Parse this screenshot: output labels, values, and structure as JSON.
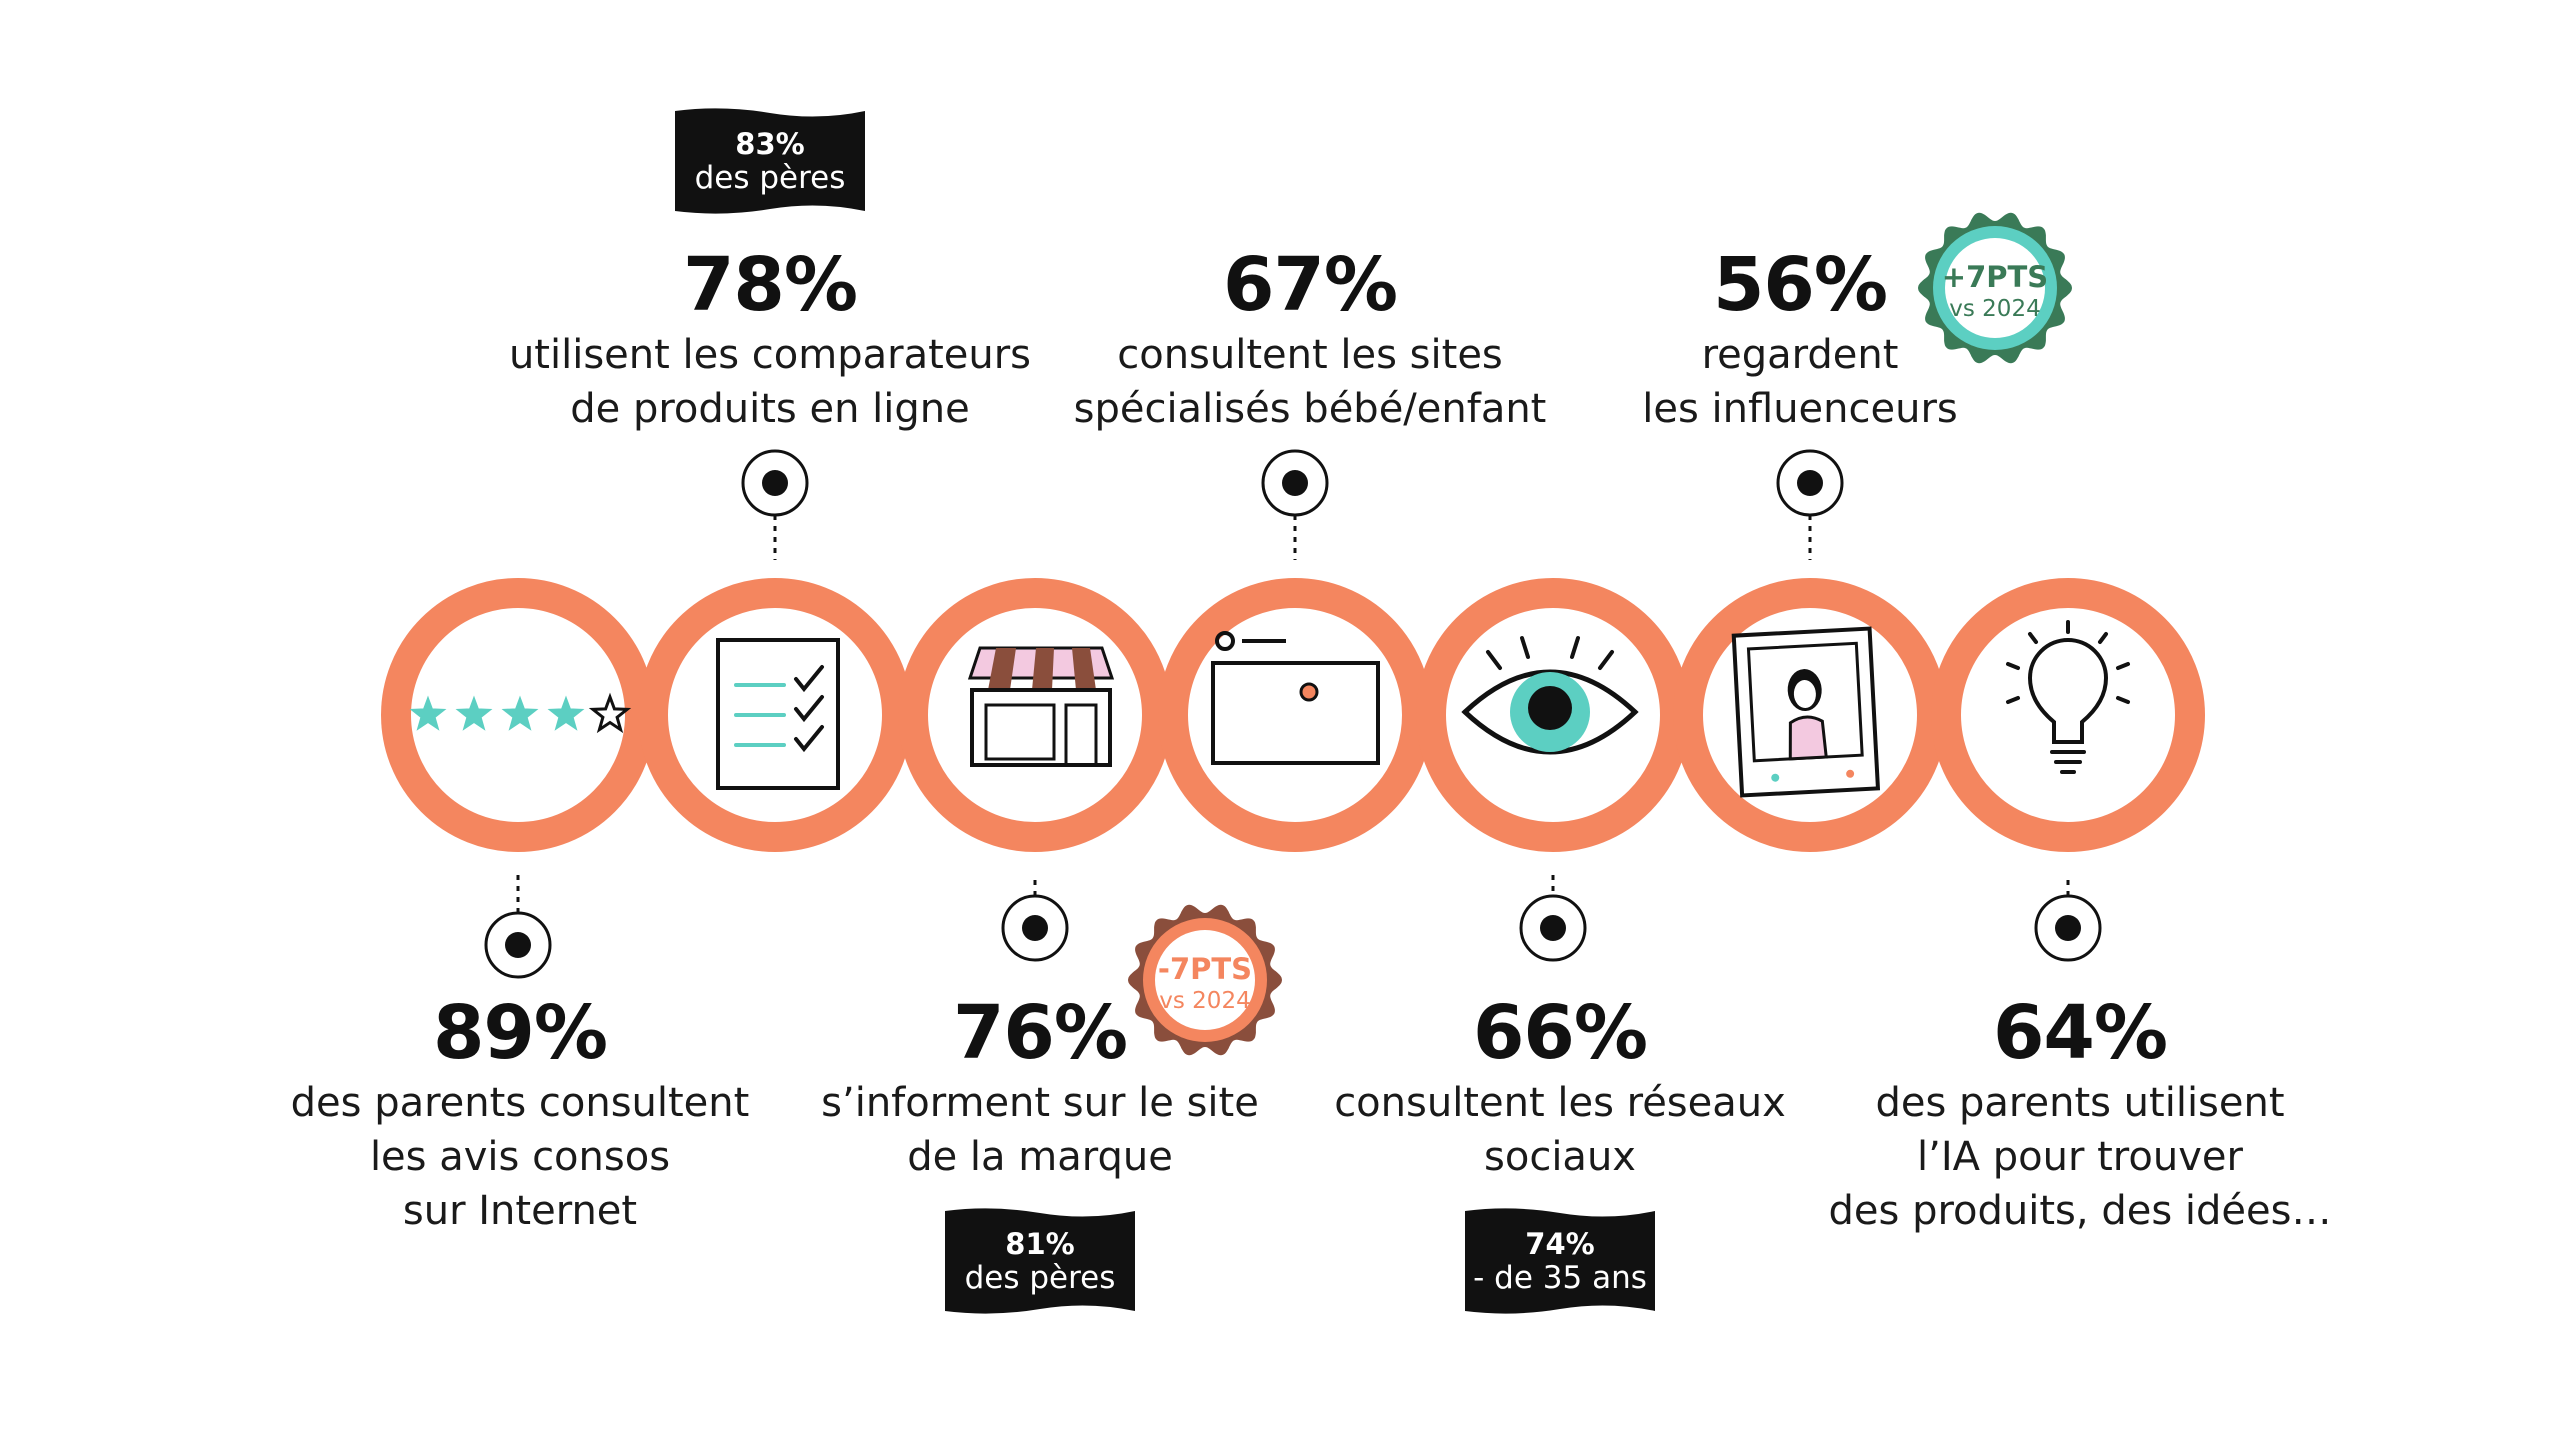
{
  "colors": {
    "ring": "#f4865f",
    "ink": "#111111",
    "teal": "#5ccfc2",
    "green": "#3a7a57",
    "brown": "#8a4e3c",
    "pink": "#f3c9e0"
  },
  "stats": [
    {
      "pct": "89%",
      "lines": [
        "des parents consultent",
        "les avis consos",
        "sur Internet"
      ],
      "icon": "star-rating-icon"
    },
    {
      "pct": "78%",
      "lines": [
        "utilisent les comparateurs",
        "de produits en ligne"
      ],
      "icon": "checklist-icon"
    },
    {
      "pct": "76%",
      "lines": [
        "s’informent sur le site",
        "de la marque"
      ],
      "icon": "shop-icon"
    },
    {
      "pct": "67%",
      "lines": [
        "consultent les sites",
        "spécialisés bébé/enfant"
      ],
      "icon": "browser-window-icon"
    },
    {
      "pct": "66%",
      "lines": [
        "consultent les réseaux",
        "sociaux"
      ],
      "icon": "eye-icon"
    },
    {
      "pct": "56%",
      "lines": [
        "regardent",
        "les influenceurs"
      ],
      "icon": "photo-portrait-icon"
    },
    {
      "pct": "64%",
      "lines": [
        "des parents utilisent",
        "l’IA pour trouver",
        "des produits, des idées…"
      ],
      "icon": "lightbulb-icon"
    }
  ],
  "banners": [
    {
      "value": "83%",
      "label": "des pères"
    },
    {
      "value": "81%",
      "label": "des pères"
    },
    {
      "value": "74%",
      "label": "- de 35 ans"
    }
  ],
  "seals": [
    {
      "value": "-7PTS",
      "label": "vs 2024"
    },
    {
      "value": "+7PTS",
      "label": "vs 2024"
    }
  ],
  "rating": {
    "filled_stars": 4,
    "total_stars": 5
  }
}
